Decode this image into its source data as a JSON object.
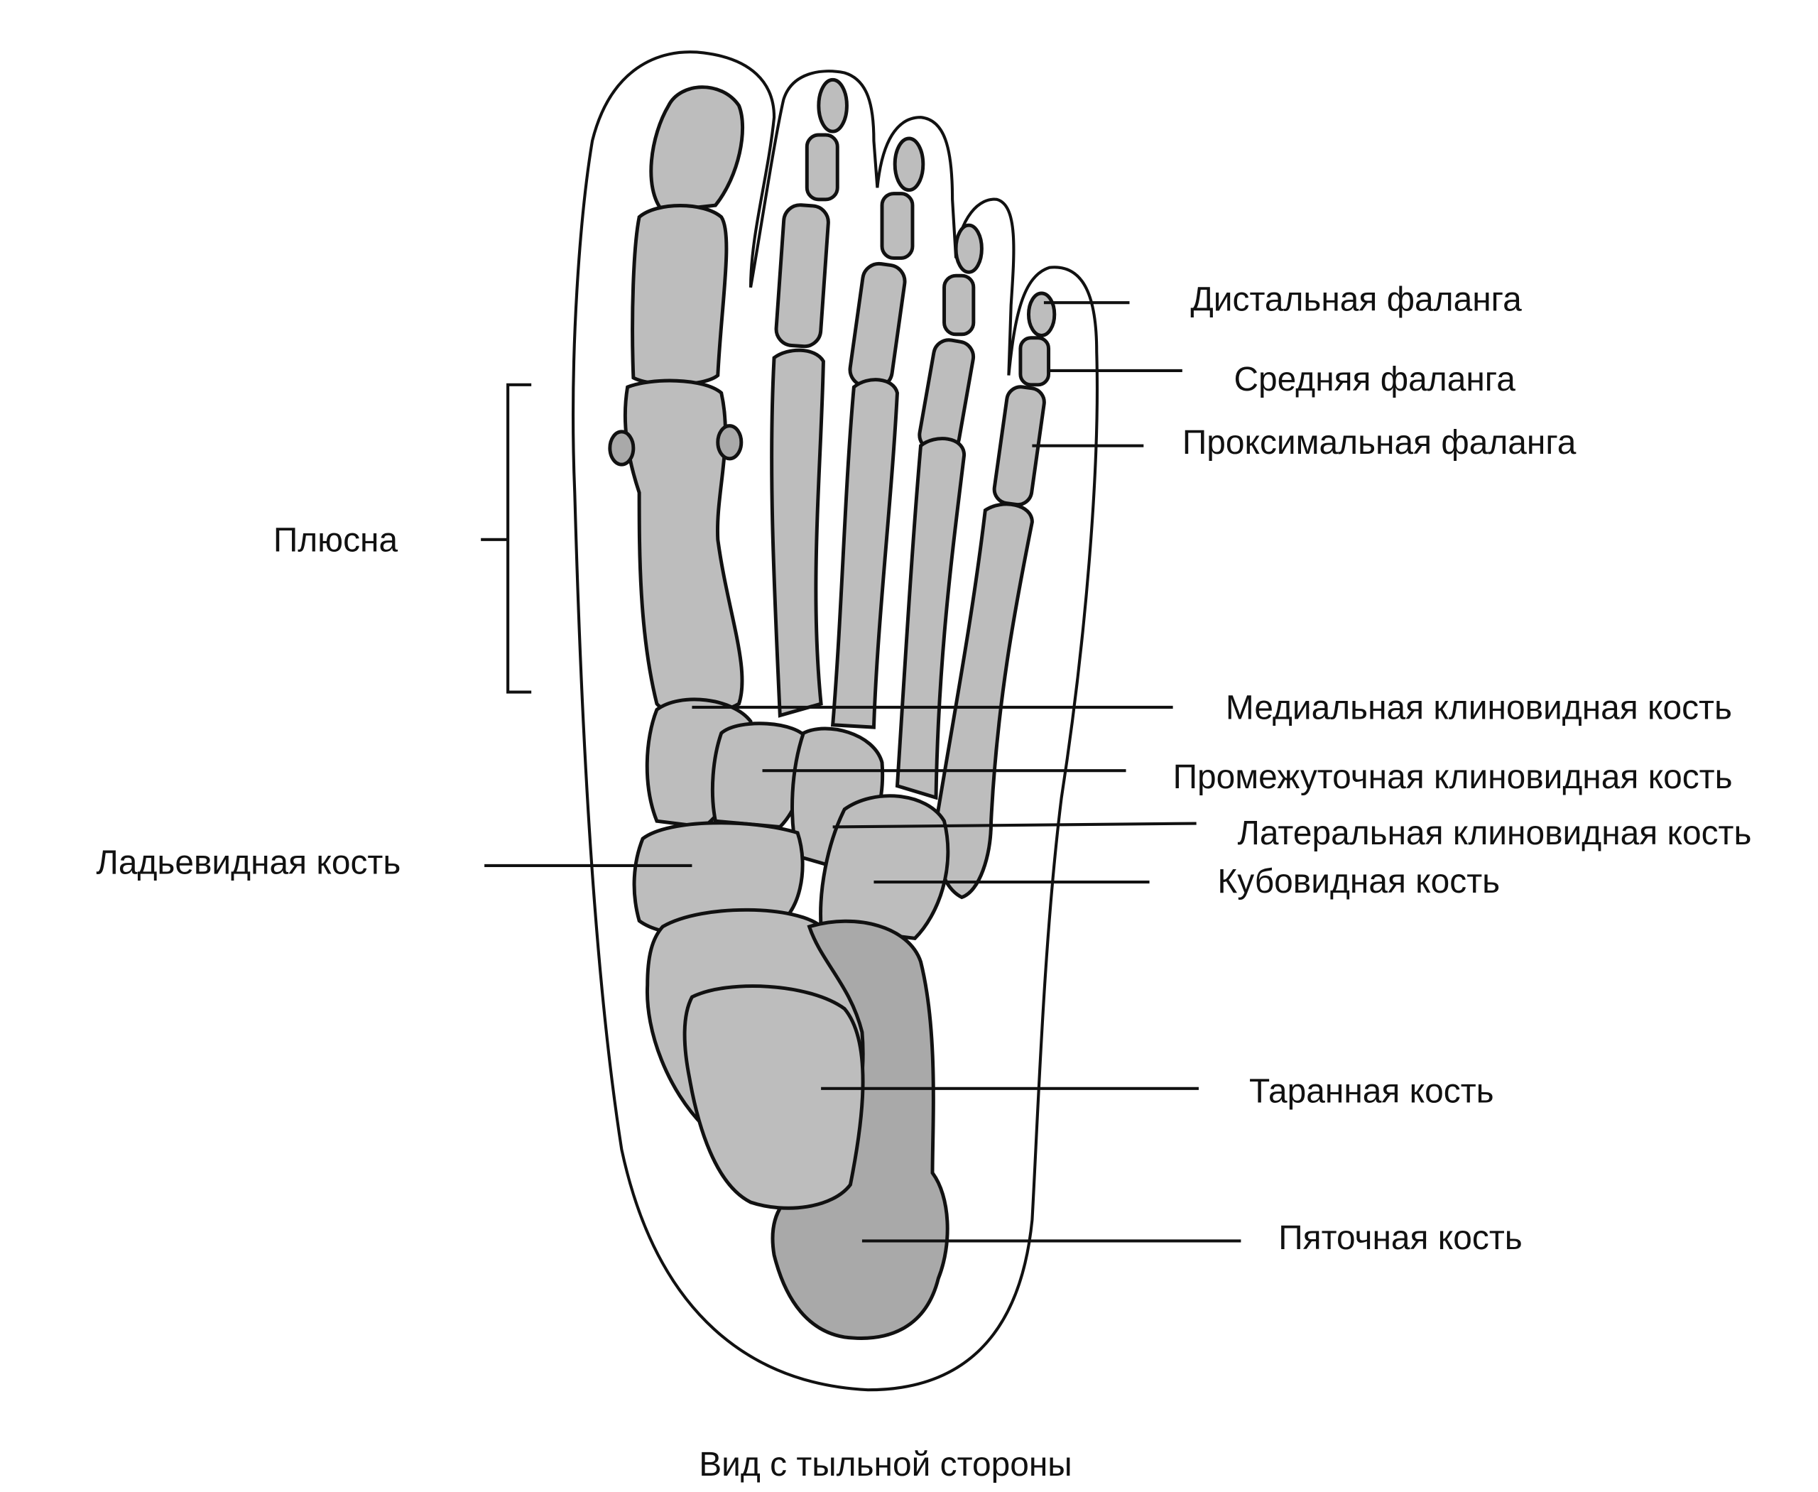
{
  "labels": {
    "distal_phalanx": "Дистальная фаланга",
    "middle_phalanx": "Средняя фаланга",
    "proximal_phalanx": "Проксимальная фаланга",
    "metatarsus": "Плюсна",
    "medial_cuneiform": "Медиальная клиновидная кость",
    "intermediate_cuneiform": "Промежуточная клиновидная кость",
    "lateral_cuneiform": "Латеральная клиновидная кость",
    "cuboid": "Кубовидная кость",
    "navicular": "Ладьевидная кость",
    "talus": "Таранная кость",
    "calcaneus": "Пяточная кость"
  },
  "caption": "Вид с тыльной стороны"
}
